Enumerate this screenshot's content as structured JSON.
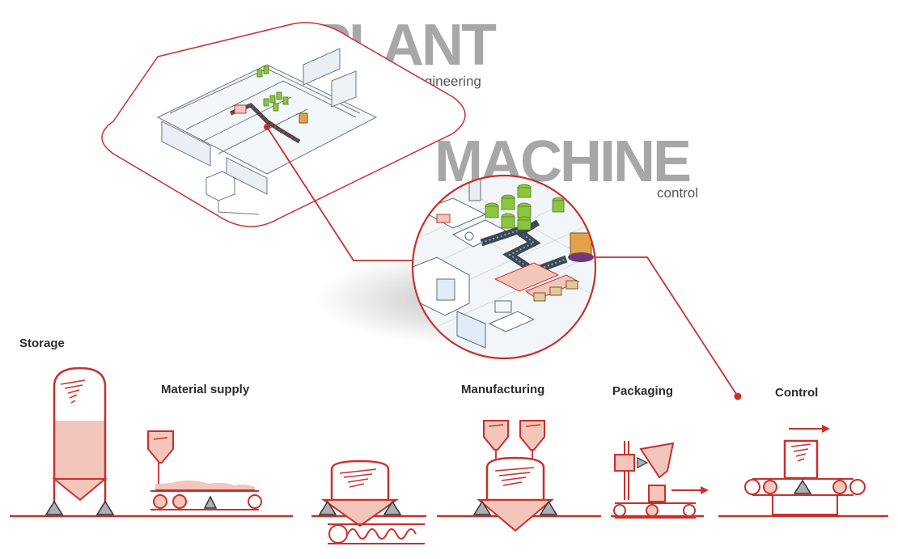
{
  "heading_plant": {
    "title": "PLANT",
    "subtitle": "engineering"
  },
  "heading_machine": {
    "title": "MACHINE",
    "subtitle": "control"
  },
  "stages": {
    "storage": "Storage",
    "material_supply": "Material supply",
    "manufacturing": "Manufacturing",
    "packaging": "Packaging",
    "control": "Control"
  },
  "colors": {
    "accent": "#c9302c",
    "accent_light": "#f2c6bb",
    "heading_gray": "#a7a7a9",
    "equipment_green": "#8cc63f"
  }
}
